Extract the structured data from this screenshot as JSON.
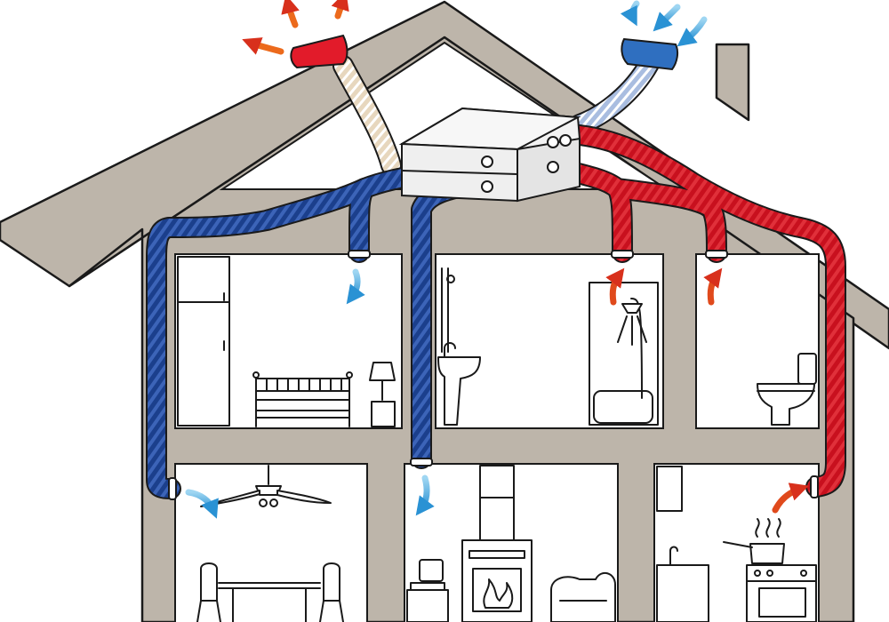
{
  "colors": {
    "wall": "#bdb5aa",
    "outline": "#1a1a1a",
    "room": "#ffffff",
    "supply_duct": "#1b3f8c",
    "supply_duct_light": "#3c64b8",
    "extract_duct": "#c8101e",
    "extract_duct_light": "#e0303a",
    "intake_duct": "#a9bde0",
    "exhaust_duct": "#e7d7be",
    "intake_cap": "#2f6fc0",
    "exhaust_cap": "#e21b2a",
    "cool_arrow": "#3aa8e0",
    "warm_arrow_start": "#f0a020",
    "warm_arrow_end": "#d8301c",
    "unit": "#f2f2f2"
  },
  "icons": {
    "rooms": [
      "bedroom",
      "bathroom",
      "toilet",
      "dining-room",
      "living-room",
      "kitchen"
    ],
    "unit": "heat-recovery-unit-icon",
    "caps": [
      "exhaust-roof-cap-icon",
      "intake-roof-cap-icon"
    ]
  }
}
